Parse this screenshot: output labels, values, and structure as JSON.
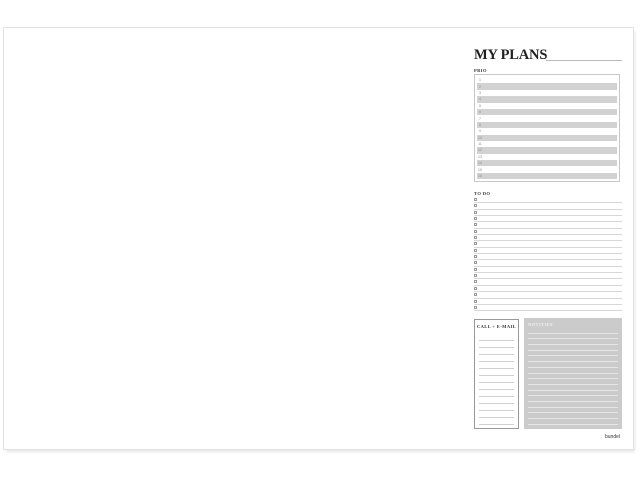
{
  "planner": {
    "title": "MY PLANS",
    "prio_label": "PRIO",
    "prio_numbers": [
      "1",
      "2",
      "3",
      "4",
      "5",
      "6",
      "7",
      "8",
      "9",
      "10",
      "11",
      "12",
      "13",
      "14",
      "15",
      "16"
    ],
    "todo_label": "TO DO",
    "todo_count": 18,
    "call_label": "CALL + E-MAIL",
    "notes_label": "NOTITIES",
    "brand": "bundel",
    "colors": {
      "shade": "#d2d2d2",
      "notes_bg": "#cbcbcb",
      "ink": "#222222"
    }
  }
}
